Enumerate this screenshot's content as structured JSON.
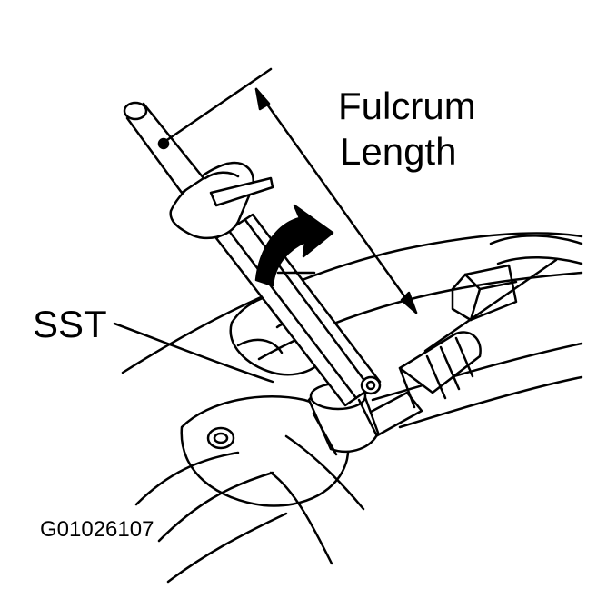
{
  "labels": {
    "fulcrum_line1": "Fulcrum",
    "fulcrum_line2": "Length",
    "tool": "SST",
    "figure_code": "G01026107"
  },
  "colors": {
    "ink": "#000000",
    "paper": "#ffffff"
  }
}
